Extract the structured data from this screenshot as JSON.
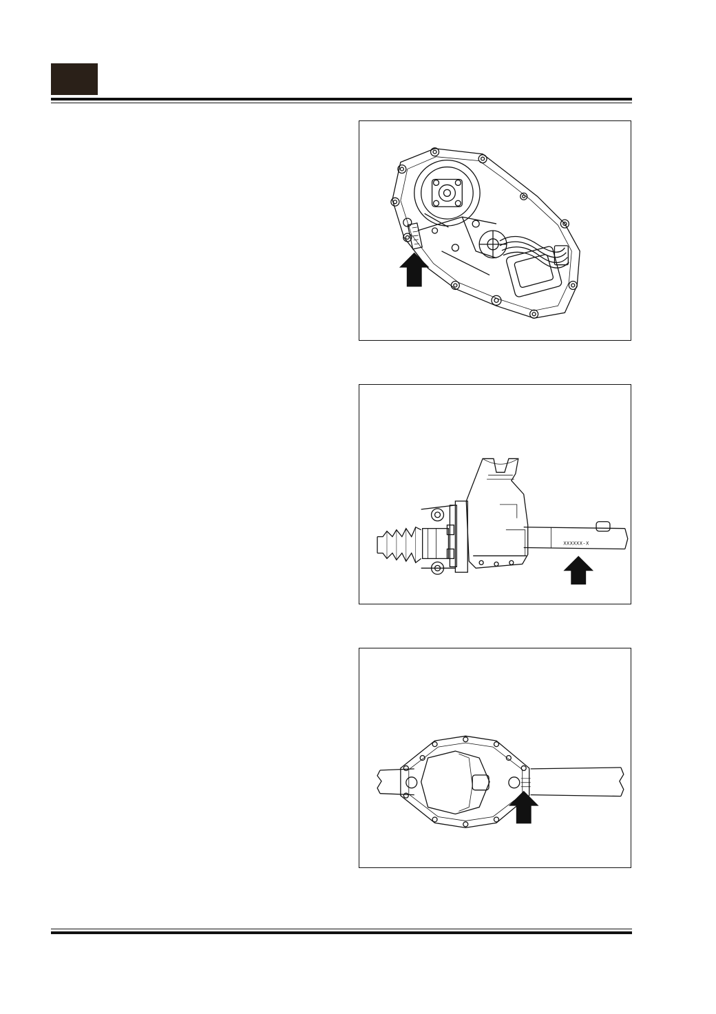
{
  "page": {
    "header": {
      "tab_block": "dark-section-tab"
    },
    "figures": [
      {
        "id": "transfer-box",
        "stamp_text": "",
        "pointer": "up-arrow-icon"
      },
      {
        "id": "front-axle",
        "stamp_text": "XXXXXX-X",
        "pointer": "up-arrow-icon"
      },
      {
        "id": "rear-axle",
        "stamp_text": "",
        "pointer": "up-arrow-icon"
      }
    ]
  }
}
